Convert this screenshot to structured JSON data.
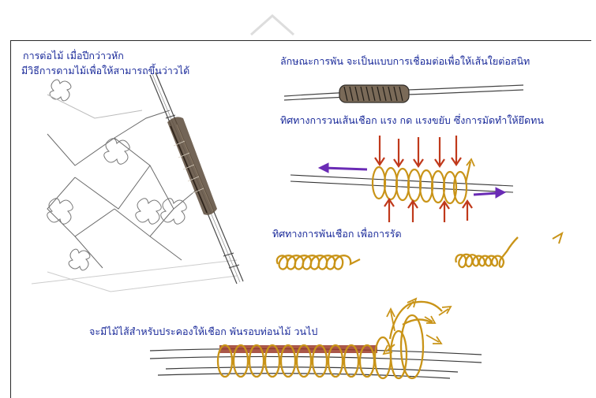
{
  "colors": {
    "text": "#1a2a9a",
    "rope": "#b8860b",
    "arrow_red": "#c0391b",
    "arrow_purple": "#6a2bb5",
    "pencil": "#555555",
    "accent_red": "#9b3a2a"
  },
  "top_left": {
    "line1": "การต่อไม้ เมื่อปีกว่าวหัก",
    "line2": "มีวิธีการดามไม้เพื่อให้สามารถขึ้นว่าวได้"
  },
  "wrap_style": {
    "caption": "ลักษณะการพัน จะเป็นแบบการเชื่อมต่อเพื่อให้เส้นใยต่อสนิท"
  },
  "force_direction": {
    "caption": "ทิศทางการวนเส้นเชือก แรง กด  แรงขยับ ซึ่งการมัดทำให้ยึดทน"
  },
  "wrap_direction": {
    "caption": "ทิศทางการพันเชือก เพื่อการรัด"
  },
  "bottom": {
    "caption": "จะมีไม้ไส้สำหรับประคองให้เชือก พันรอบท่อนไม้ วนไป"
  },
  "icons": {
    "top_collapse": "chevron-up-icon"
  }
}
